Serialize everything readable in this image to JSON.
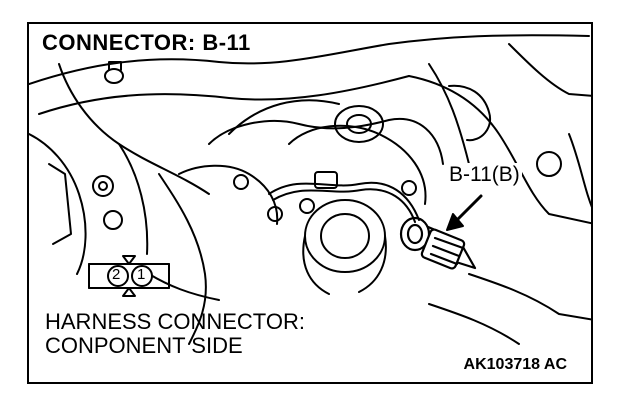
{
  "title": "CONNECTOR: B-11",
  "callout_label": "B-11(B)",
  "harness_note": {
    "line1": "HARNESS CONNECTOR:",
    "line2": "CONPONENT SIDE"
  },
  "pins": [
    "2",
    "1"
  ],
  "figure_code": "AK103718 AC",
  "colors": {
    "ink": "#000000",
    "paper": "#ffffff"
  }
}
